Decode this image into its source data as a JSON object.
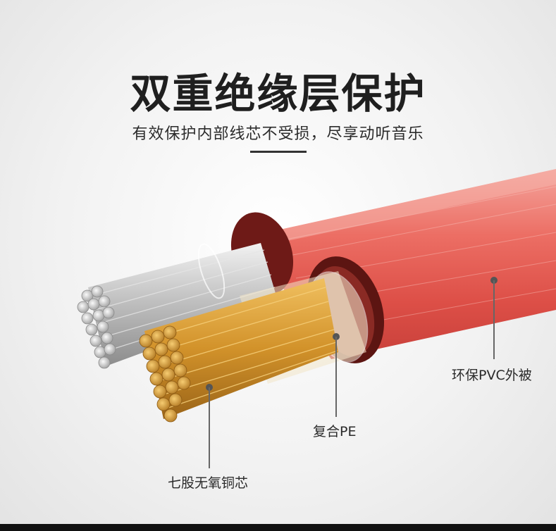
{
  "heading": {
    "title": "双重绝缘层保护",
    "subtitle": "有效保护内部线芯不受损，尽享动听音乐"
  },
  "callouts": {
    "outer_jacket": "环保PVC外被",
    "inner_insulation": "复合PE",
    "conductor": "七股无氧铜芯"
  },
  "colors": {
    "jacket": "#e85d55",
    "jacket_rim": "#7a1f1c",
    "copper": "#d99a2e",
    "silver": "#c9c9c9",
    "title": "#1f1f1f"
  }
}
